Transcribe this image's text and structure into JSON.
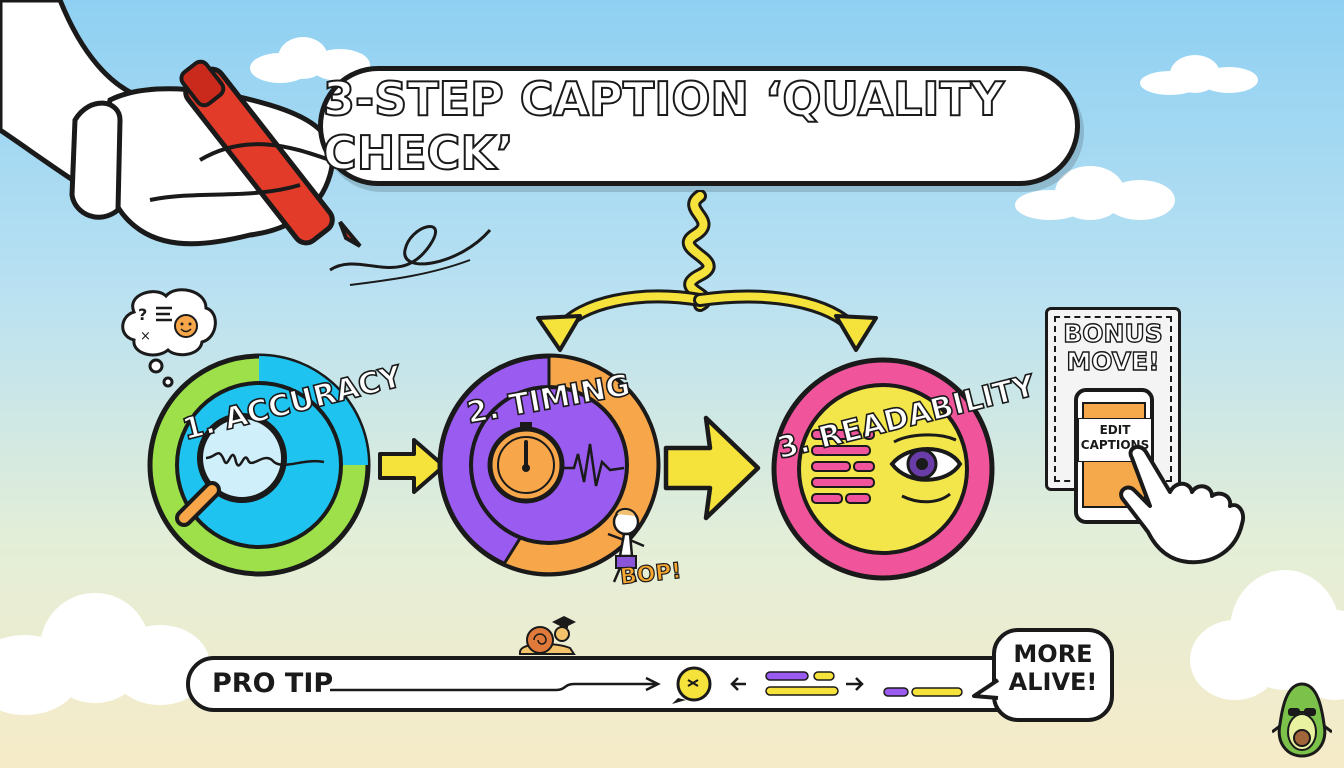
{
  "title": "3-STEP CAPTION ‘QUALITY CHECK’",
  "steps": [
    {
      "label": "1. ACCURACY",
      "color": "#1ec3ef",
      "ring": "#9ee04a",
      "icon": "magnifier-waveform-icon"
    },
    {
      "label": "2. TIMING",
      "color": "#9a5bf0",
      "ring": "#f7a74a",
      "icon": "stopwatch-icon"
    },
    {
      "label": "3. READABILITY",
      "color": "#f2e64a",
      "ring": "#f0559c",
      "icon": "eye-text-icon"
    }
  ],
  "bop_text": "BOP!",
  "bonus": {
    "title": "BONUS MOVE!",
    "button_label": "EDIT CAPTIONS"
  },
  "pro_tip": {
    "label": "PRO TIP",
    "bubble": "MORE ALIVE!"
  },
  "colors": {
    "outline": "#1a1a1a",
    "arrow_yellow": "#f5e23a",
    "marker_red": "#e23b2a"
  }
}
